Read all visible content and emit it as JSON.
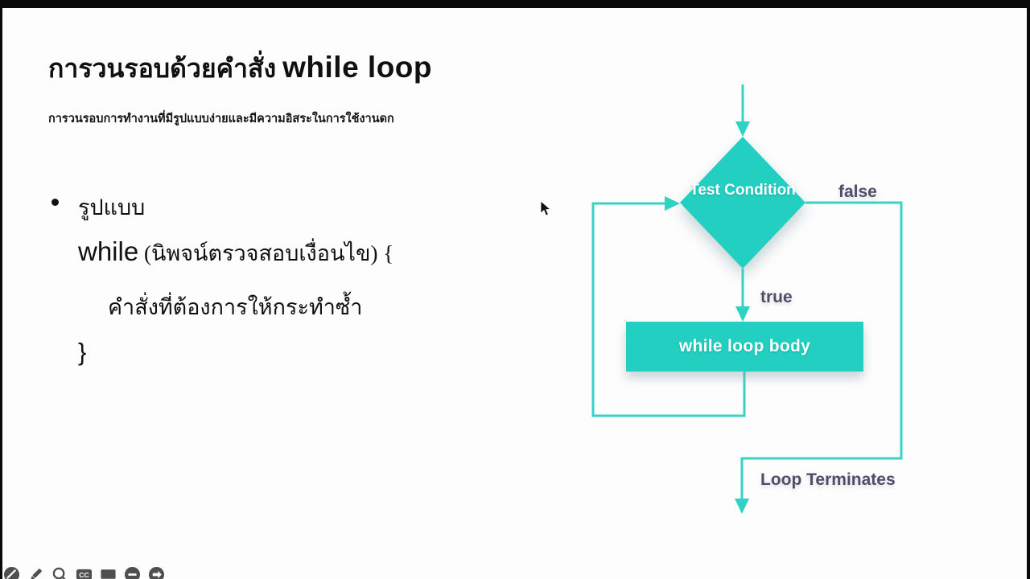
{
  "slide": {
    "title_thai": "การวนรอบด้วยคำสั่ง ",
    "title_en": "while loop",
    "subtitle": "การวนรอบการทำงานที่มีรูปแบบง่ายและมีความอิสระในการใช้งานดก",
    "bullet_label": "รูปแบบ",
    "code_keyword": "while",
    "code_condition": " (นิพจน์ตรวจสอบเงื่อนไข) {",
    "code_body": "คำสั่งที่ต้องการให้กระทำซ้ำ",
    "code_close_brace": "}"
  },
  "flowchart": {
    "diamond_label": "Test Condition",
    "false_label": "false",
    "true_label": "true",
    "box_label": "while loop body",
    "terminate_label": "Loop Terminates",
    "colors": {
      "shape_teal": "#22cfc0",
      "line_teal": "#3ad2c3",
      "label_slate": "#4e4e68",
      "shape_text": "#ffffff"
    }
  },
  "toolbar": {
    "icons": [
      "circle-slash-icon",
      "pen-icon",
      "magnifier-icon",
      "cc-icon",
      "monitor-icon",
      "record-icon",
      "arrow-circle-icon"
    ]
  }
}
